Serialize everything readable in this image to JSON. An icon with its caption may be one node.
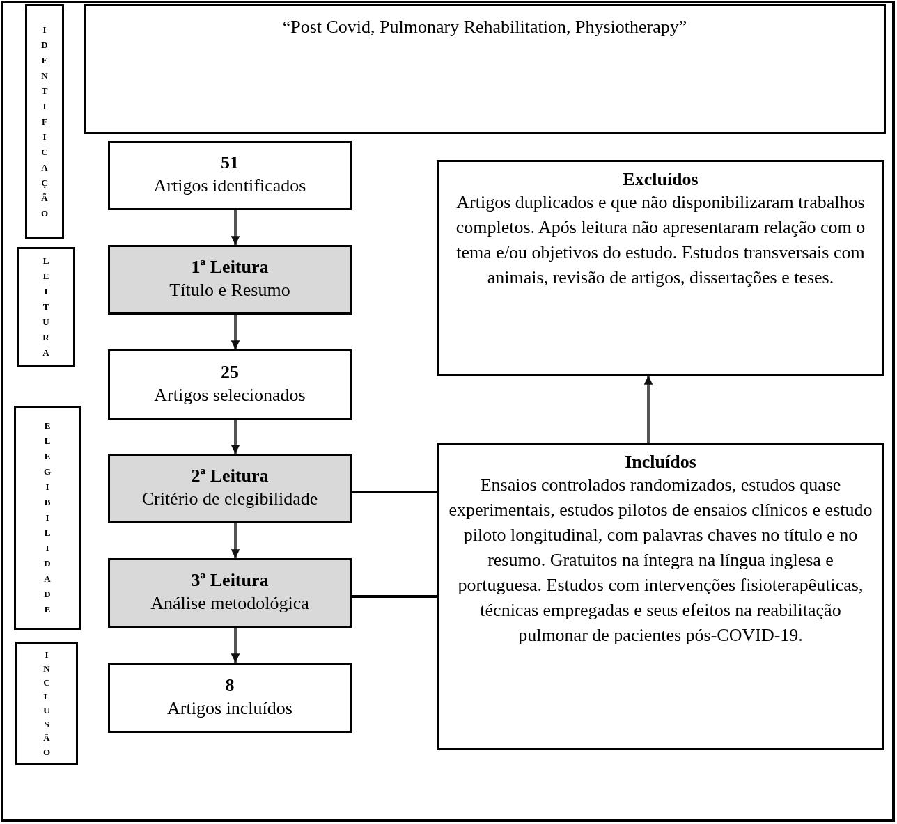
{
  "diagram": {
    "nodes": [
      {
        "text": [
          "IDENTIFICAÇÃO"
        ]
      },
      {
        "text": [
          "“Post Covid, Pulmonary Rehabilitation, Physiotherapy”"
        ]
      },
      {
        "text": [
          "51",
          "Artigos identificados"
        ]
      },
      {
        "text": [
          "LEITURA"
        ]
      },
      {
        "text": [
          "1ª Leitura",
          "Título e Resumo"
        ]
      },
      {
        "text": [
          "Excluídos",
          "Artigos duplicados e que não disponibilizaram trabalhos completos. Após leitura não apresentaram relação com o tema e/ou objetivos do estudo. Estudos transversais com animais, revisão de artigos, dissertações e teses."
        ]
      },
      {
        "text": [
          "25",
          "Artigos selecionados"
        ]
      },
      {
        "text": [
          "ELEGIBILIDADE"
        ]
      },
      {
        "text": [
          "2ª Leitura",
          "Critério de elegibilidade"
        ]
      },
      {
        "text": [
          "Incluídos",
          "Ensaios controlados randomizados, estudos quase experimentais, estudos pilotos de ensaios clínicos e estudo piloto longitudinal, com palavras chaves no título e no resumo. Gratuitos na íntegra na língua inglesa e portuguesa. Estudos com intervenções fisioterapêuticas, técnicas empregadas e seus efeitos na reabilitação pulmonar de pacientes pós-COVID-19."
        ]
      },
      {
        "text": [
          "3ª Leitura",
          "Análise metodológica"
        ]
      },
      {
        "text": [
          "INCLUSÃO"
        ]
      },
      {
        "text": [
          "8",
          "Artigos incluídos"
        ]
      }
    ],
    "edges": [
      {
        "from": 2,
        "to": 4,
        "arrow": "to"
      },
      {
        "from": 4,
        "to": 6,
        "arrow": "to"
      },
      {
        "from": 6,
        "to": 8,
        "arrow": "to"
      },
      {
        "from": 8,
        "to": 10,
        "arrow": "to"
      },
      {
        "from": 10,
        "to": 12,
        "arrow": "to"
      },
      {
        "from": 9,
        "to": 5,
        "arrow": "to"
      },
      {
        "from": 8,
        "to": 9,
        "arrow": "none"
      },
      {
        "from": 10,
        "to": 9,
        "arrow": "none"
      }
    ]
  }
}
